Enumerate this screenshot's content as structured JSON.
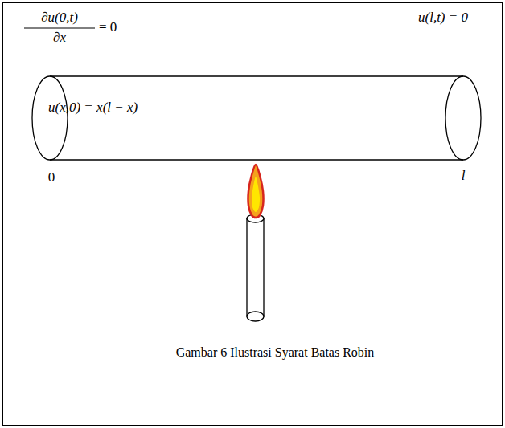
{
  "diagram": {
    "caption": "Gambar 6 Ilustrasi Syarat Batas Robin",
    "nodes": [
      {
        "text": [
          "u(x,0) = x(l − x)"
        ]
      }
    ],
    "labels": [
      "∂u(0,t)",
      "∂x",
      "= 0",
      "u(l,t) = 0",
      "0",
      "l"
    ]
  }
}
